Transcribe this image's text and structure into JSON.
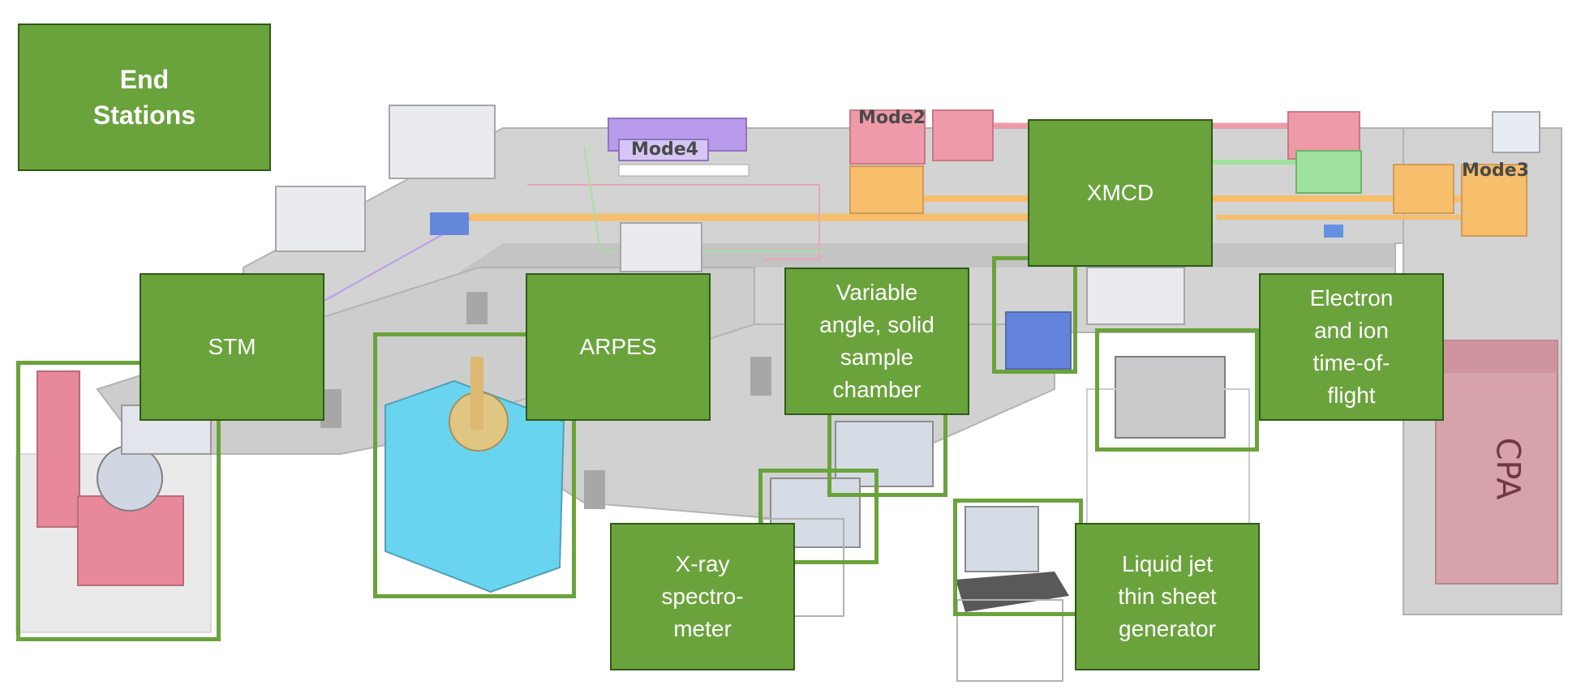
{
  "title": "End\nStations",
  "stations": {
    "stm": "STM",
    "arpes": "ARPES",
    "xmcd": "XMCD",
    "variable_angle": "Variable\nangle, solid\nsample\nchamber",
    "electron_ion_tof": "Electron\nand ion\ntime-of-\nflight",
    "xray_spectrometer": "X-ray\nspectro-\nmeter",
    "liquid_jet": "Liquid jet\nthin sheet\ngenerator"
  },
  "mode_tags": {
    "mode2": "Mode2",
    "mode3": "Mode3",
    "mode4": "Mode4"
  },
  "laser_label": "CPA",
  "colors": {
    "label_fill": "#6aa33c",
    "label_border": "#2f5a17",
    "table": "#b9b9b9",
    "beam_orange": "#f4a93a",
    "mode2_pink": "#e8788c",
    "mode4_purple": "#a27ae6",
    "green_box": "#7fd87c",
    "cpa_red": "#c97a88"
  }
}
